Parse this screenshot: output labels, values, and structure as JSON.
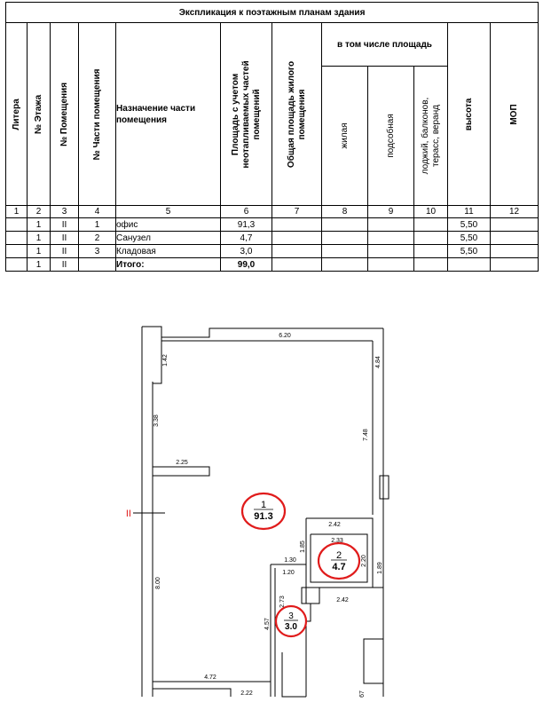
{
  "table": {
    "title": "Экспликация к поэтажным планам здания",
    "headers": {
      "litera": "Литера",
      "floor": "№ Этажа",
      "room": "№ Помещения",
      "part": "№ Части помещения",
      "purpose": "Назначение части помещения",
      "area_line1": "Площадь с учетом",
      "area_line2": "неотапливаемых частей",
      "area_line3": "помещений",
      "living_line1": "Общая площадь жилого",
      "living_line2": "помещения",
      "incl": "в том числе площадь",
      "living": "жилая",
      "aux": "подсобная",
      "loggia_line1": "лоджий, балконов,",
      "loggia_line2": "терасс, веранд",
      "height": "высота",
      "mop": "МОП"
    },
    "col_numbers": [
      "1",
      "2",
      "3",
      "4",
      "5",
      "6",
      "7",
      "8",
      "9",
      "10",
      "11",
      "12"
    ],
    "rows": [
      {
        "litera": "",
        "floor": "1",
        "room": "II",
        "part": "1",
        "purpose": "офис",
        "area": "91,3",
        "living_total": "",
        "living": "",
        "aux": "",
        "loggia": "",
        "height": "5,50",
        "mop": ""
      },
      {
        "litera": "",
        "floor": "1",
        "room": "II",
        "part": "2",
        "purpose": "Санузел",
        "area": "4,7",
        "living_total": "",
        "living": "",
        "aux": "",
        "loggia": "",
        "height": "5,50",
        "mop": ""
      },
      {
        "litera": "",
        "floor": "1",
        "room": "II",
        "part": "3",
        "purpose": "Кладовая",
        "area": "3,0",
        "living_total": "",
        "living": "",
        "aux": "",
        "loggia": "",
        "height": "5,50",
        "mop": ""
      }
    ],
    "total": {
      "floor": "1",
      "room": "II",
      "label": "Итого:",
      "area": "99,0"
    }
  },
  "plan": {
    "dims": {
      "top_width": "6.20",
      "left_top": "1.42",
      "left_mid": "3.38",
      "ledge": "2.25",
      "right_top": "4.84",
      "right_long": "7.48",
      "left_low": "8.00",
      "bottom_left": "4.72",
      "bottom_small": "2.22",
      "wc_top_outer": "2.42",
      "wc_top_inner": "2.33",
      "wc_left": "1.85",
      "wc_right": "2.20",
      "wc_far_right": "1.89",
      "wc_bottom": "2.42",
      "storage_top": "1.30",
      "storage_small": "1.20",
      "storage_side": "2.73",
      "storage_left": "4.57"
    },
    "room_marker": "II",
    "labels": [
      {
        "num": "1",
        "area": "91.3"
      },
      {
        "num": "2",
        "area": "4.7"
      },
      {
        "num": "3",
        "area": "3.0"
      }
    ],
    "bottom_right": "67",
    "marker_color": "#e01b1b"
  }
}
